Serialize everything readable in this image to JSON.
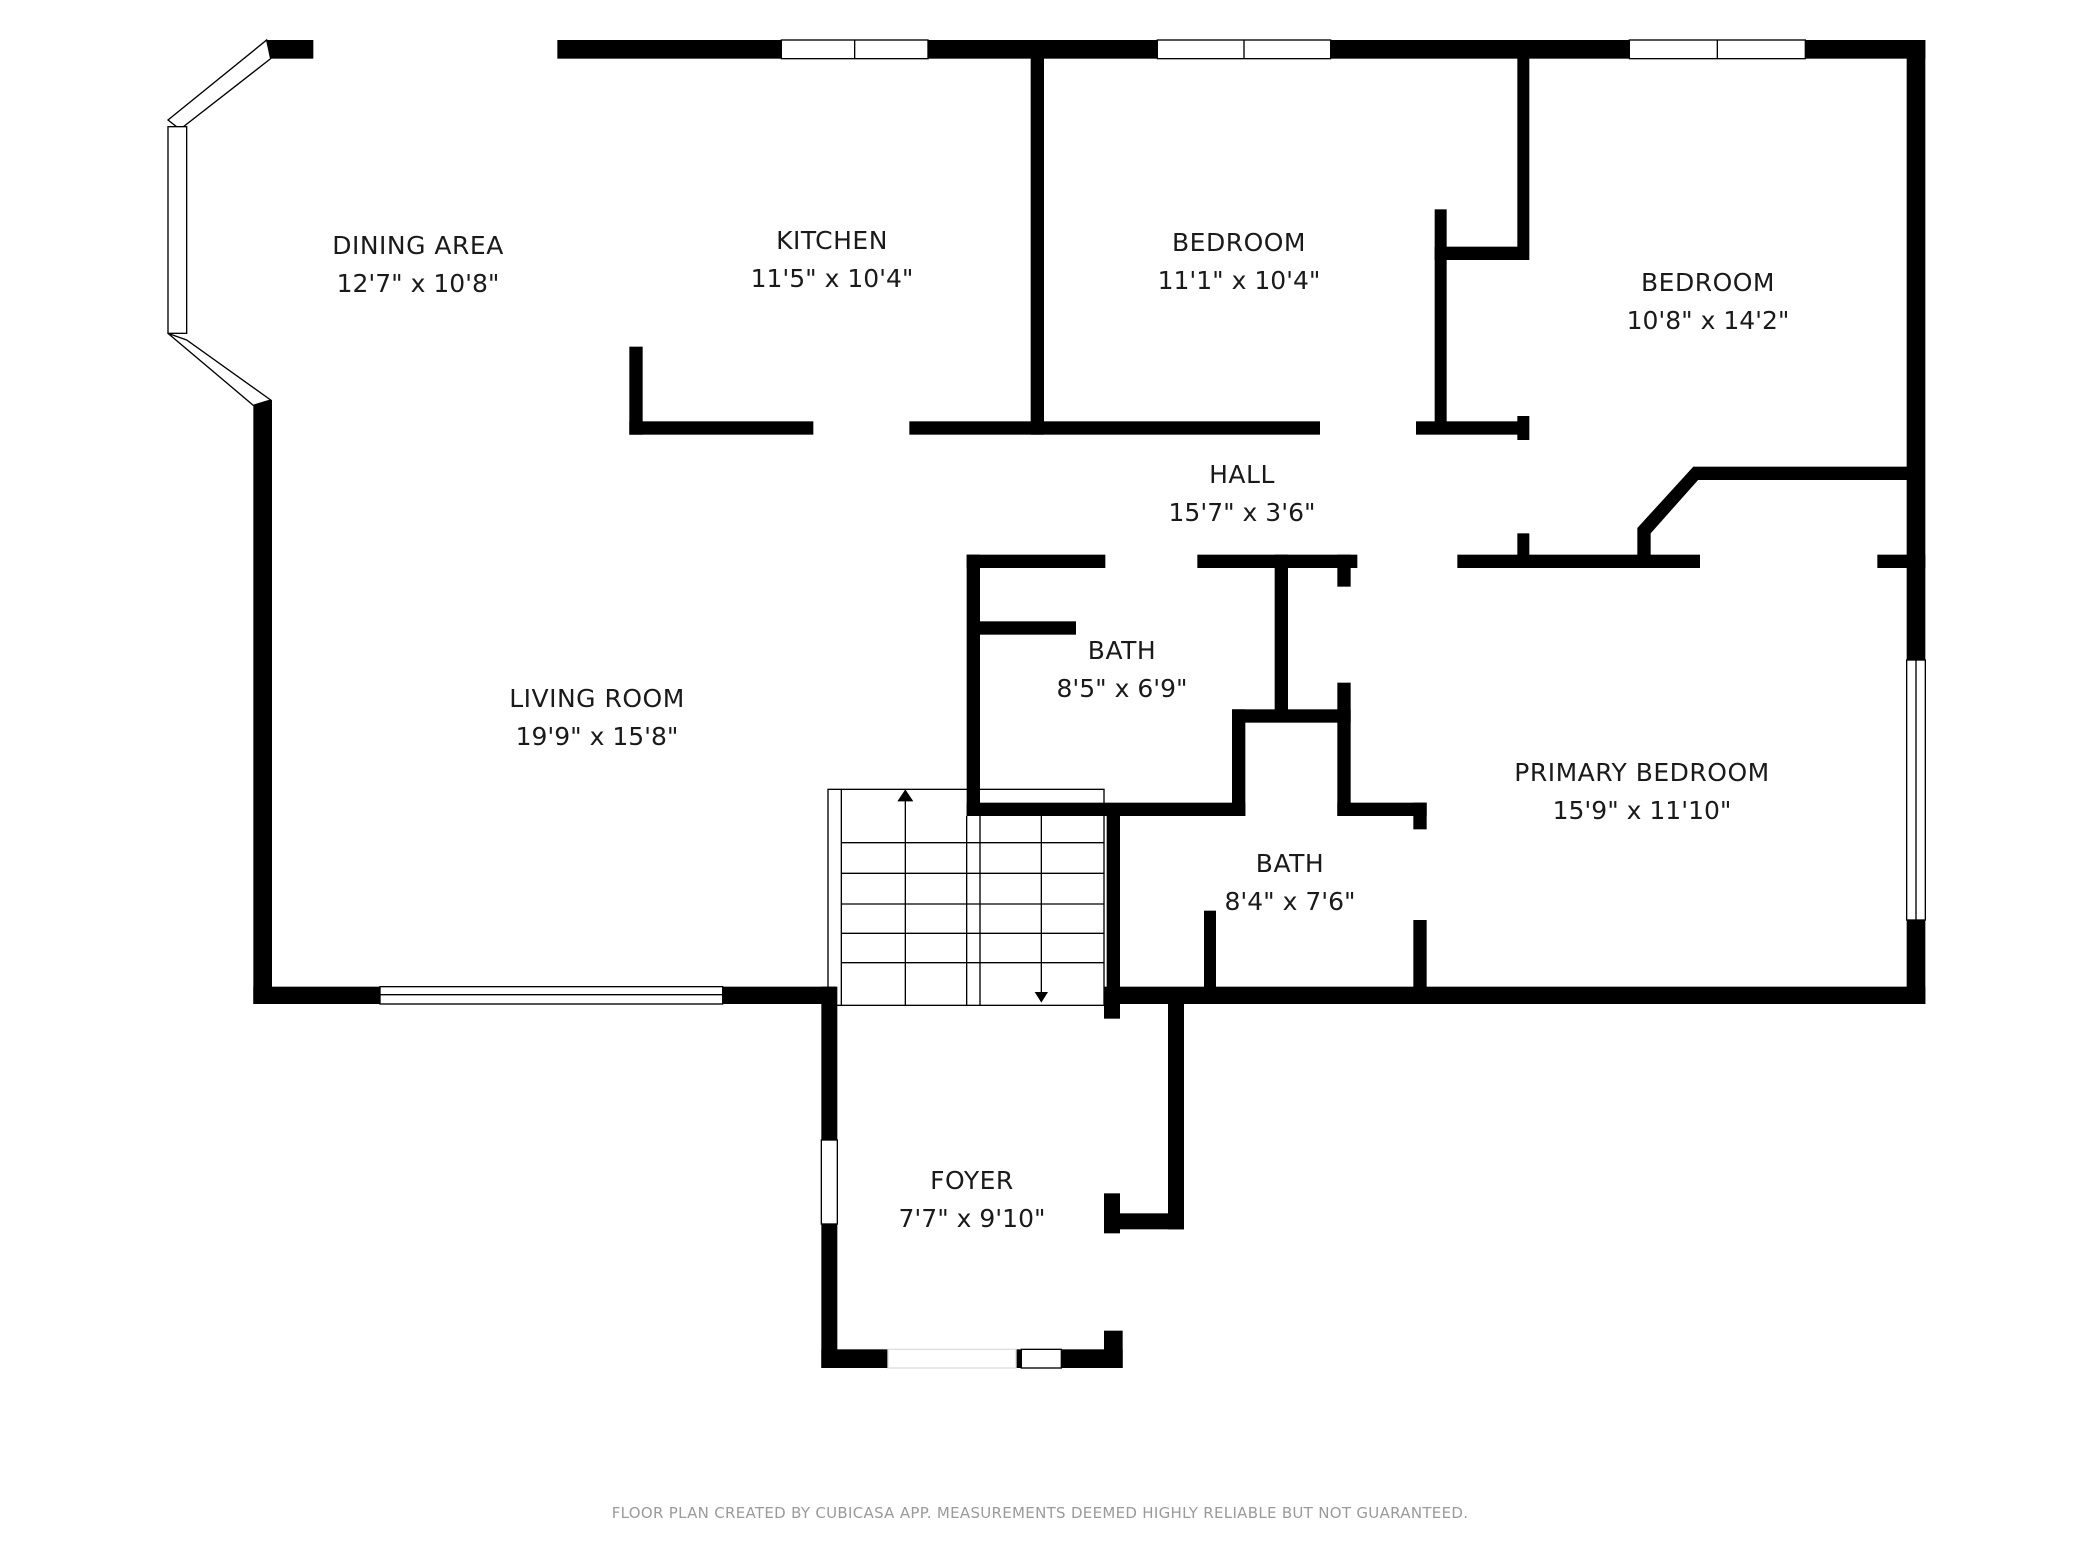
{
  "plan": {
    "type": "floor plan",
    "wall_color": "#000000",
    "window_color": "#ffffff",
    "background": "#ffffff"
  },
  "rooms": [
    {
      "name": "DINING AREA",
      "dimensions": "12'7\" x 10'8\""
    },
    {
      "name": "KITCHEN",
      "dimensions": "11'5\" x 10'4\""
    },
    {
      "name": "BEDROOM",
      "dimensions": "11'1\" x 10'4\""
    },
    {
      "name": "BEDROOM",
      "dimensions": "10'8\" x 14'2\""
    },
    {
      "name": "HALL",
      "dimensions": "15'7\" x 3'6\""
    },
    {
      "name": "LIVING ROOM",
      "dimensions": "19'9\" x 15'8\""
    },
    {
      "name": "BATH",
      "dimensions": "8'5\" x 6'9\""
    },
    {
      "name": "PRIMARY BEDROOM",
      "dimensions": "15'9\" x 11'10\""
    },
    {
      "name": "BATH",
      "dimensions": "8'4\" x 7'6\""
    },
    {
      "name": "FOYER",
      "dimensions": "7'7\" x 9'10\""
    }
  ],
  "footer": "FLOOR PLAN CREATED BY CUBICASA APP. MEASUREMENTS DEEMED HIGHLY RELIABLE BUT NOT GUARANTEED."
}
